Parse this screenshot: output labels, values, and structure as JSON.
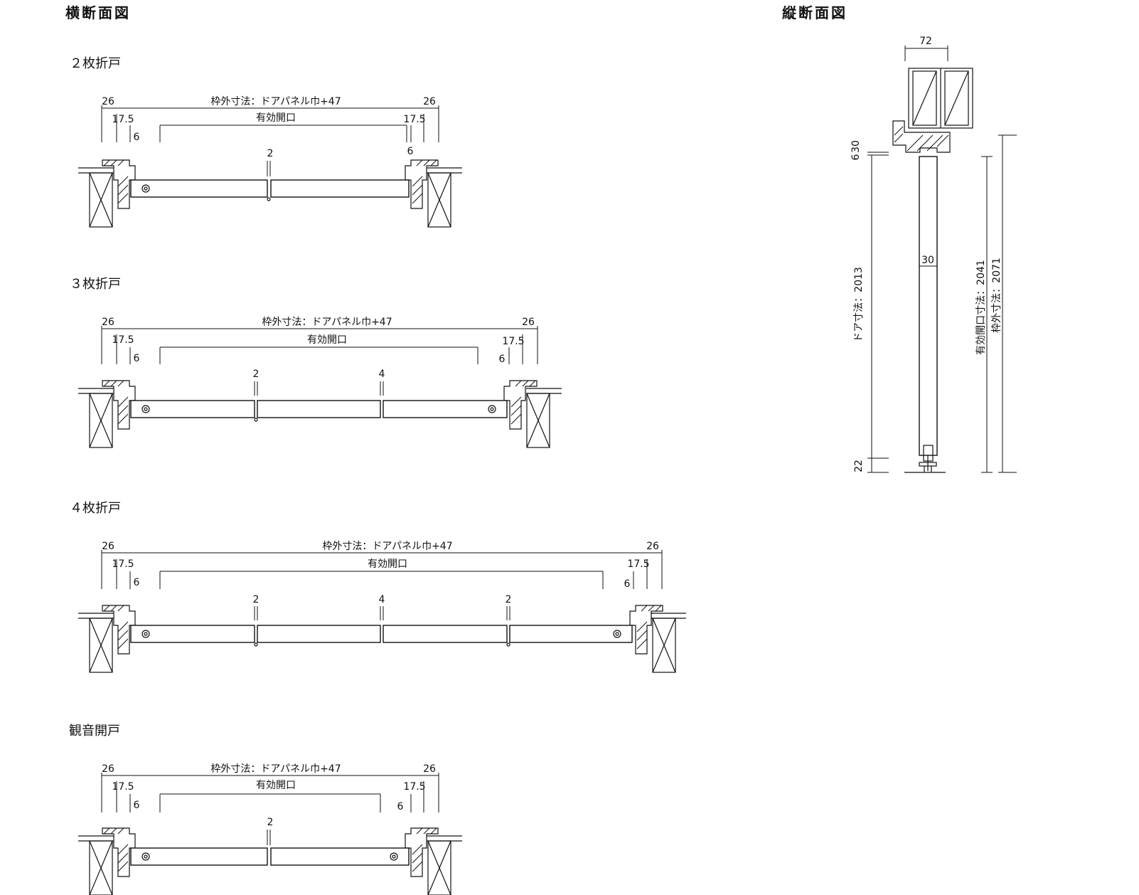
{
  "titles": {
    "horizontal": "横断面図",
    "vertical": "縦断面図"
  },
  "sections": [
    {
      "key": "s2",
      "title": "２枚折戸",
      "outer_label": "枠外寸法：ドアパネル巾+47",
      "opening_label": "有効開口",
      "left_26": "26",
      "left_175": "17.5",
      "left_6": "6",
      "right_26": "26",
      "right_175": "17.5",
      "right_6": "6",
      "gaps": [
        "2"
      ]
    },
    {
      "key": "s3",
      "title": "３枚折戸",
      "outer_label": "枠外寸法：ドアパネル巾+47",
      "opening_label": "有効開口",
      "left_26": "26",
      "left_175": "17.5",
      "left_6": "6",
      "right_26": "26",
      "right_175": "17.5",
      "right_6": "6",
      "gaps": [
        "2",
        "4"
      ]
    },
    {
      "key": "s4",
      "title": "４枚折戸",
      "outer_label": "枠外寸法：ドアパネル巾+47",
      "opening_label": "有効開口",
      "left_26": "26",
      "left_175": "17.5",
      "left_6": "6",
      "right_26": "26",
      "right_175": "17.5",
      "right_6": "6",
      "gaps": [
        "2",
        "4",
        "2"
      ]
    },
    {
      "key": "sk",
      "title": "観音開戸",
      "outer_label": "枠外寸法：ドアパネル巾+47",
      "opening_label": "有効開口",
      "left_26": "26",
      "left_175": "17.5",
      "left_6": "6",
      "right_26": "26",
      "right_175": "17.5",
      "right_6": "6",
      "gaps": [
        "2"
      ]
    }
  ],
  "vertical": {
    "top_width": "72",
    "top_6": "6",
    "top_30": "30",
    "door_thickness": "30",
    "door_size": "ドア寸法：2013",
    "opening_size": "有効開口寸法：2041",
    "frame_size": "枠外寸法：2071",
    "bottom_22": "22"
  }
}
